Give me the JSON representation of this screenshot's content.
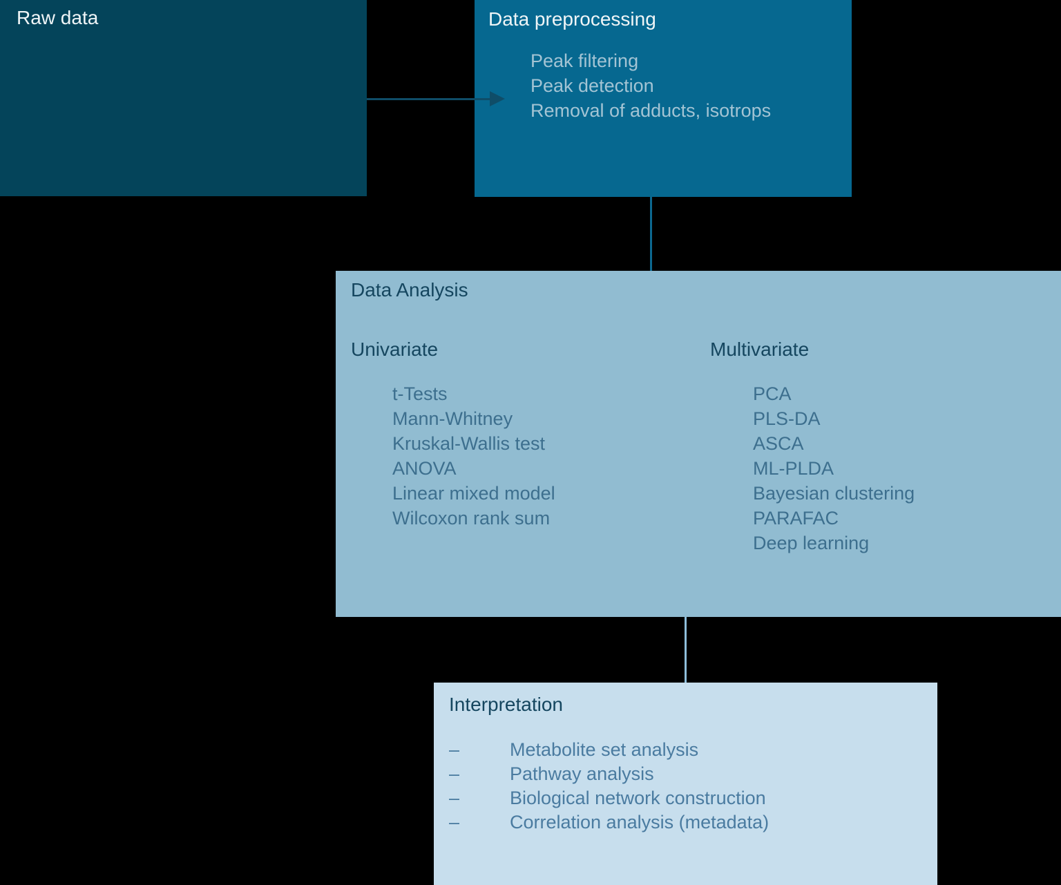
{
  "diagram": {
    "raw_data": {
      "title": "Raw data"
    },
    "preprocessing": {
      "title": "Data preprocessing",
      "items": [
        "Peak filtering",
        "Peak detection",
        "Removal of adducts, isotrops"
      ]
    },
    "analysis": {
      "title": "Data Analysis",
      "columns": [
        {
          "heading": "Univariate",
          "items": [
            "t-Tests",
            "Mann-Whitney",
            "Kruskal-Wallis test",
            "ANOVA",
            "Linear mixed model",
            "Wilcoxon rank sum"
          ]
        },
        {
          "heading": "Multivariate",
          "items": [
            "PCA",
            "PLS-DA",
            "ASCA",
            "ML-PLDA",
            "Bayesian clustering",
            "PARAFAC",
            "Deep learning"
          ]
        }
      ]
    },
    "interpretation": {
      "title": "Interpretation",
      "marker": "–",
      "items": [
        "Metabolite set analysis",
        "Pathway analysis",
        "Biological network construction",
        "Correlation analysis (metadata)"
      ]
    }
  },
  "colors": {
    "background": "#000000",
    "raw_box": "#04445A",
    "preprocessing_box": "#066890",
    "analysis_box": "#91BCD1",
    "interpretation_box": "#C7DEED",
    "arrow_horizontal": "#0F4D68",
    "arrow_mid": "#0C6890",
    "arrow_light": "#8EBEDA",
    "title_light": "#EFF5F7",
    "list_light": "#A3C4D4",
    "title_dark": "#15465F",
    "list_dark": "#3D6F8E",
    "interp_text": "#4A7BA0"
  }
}
